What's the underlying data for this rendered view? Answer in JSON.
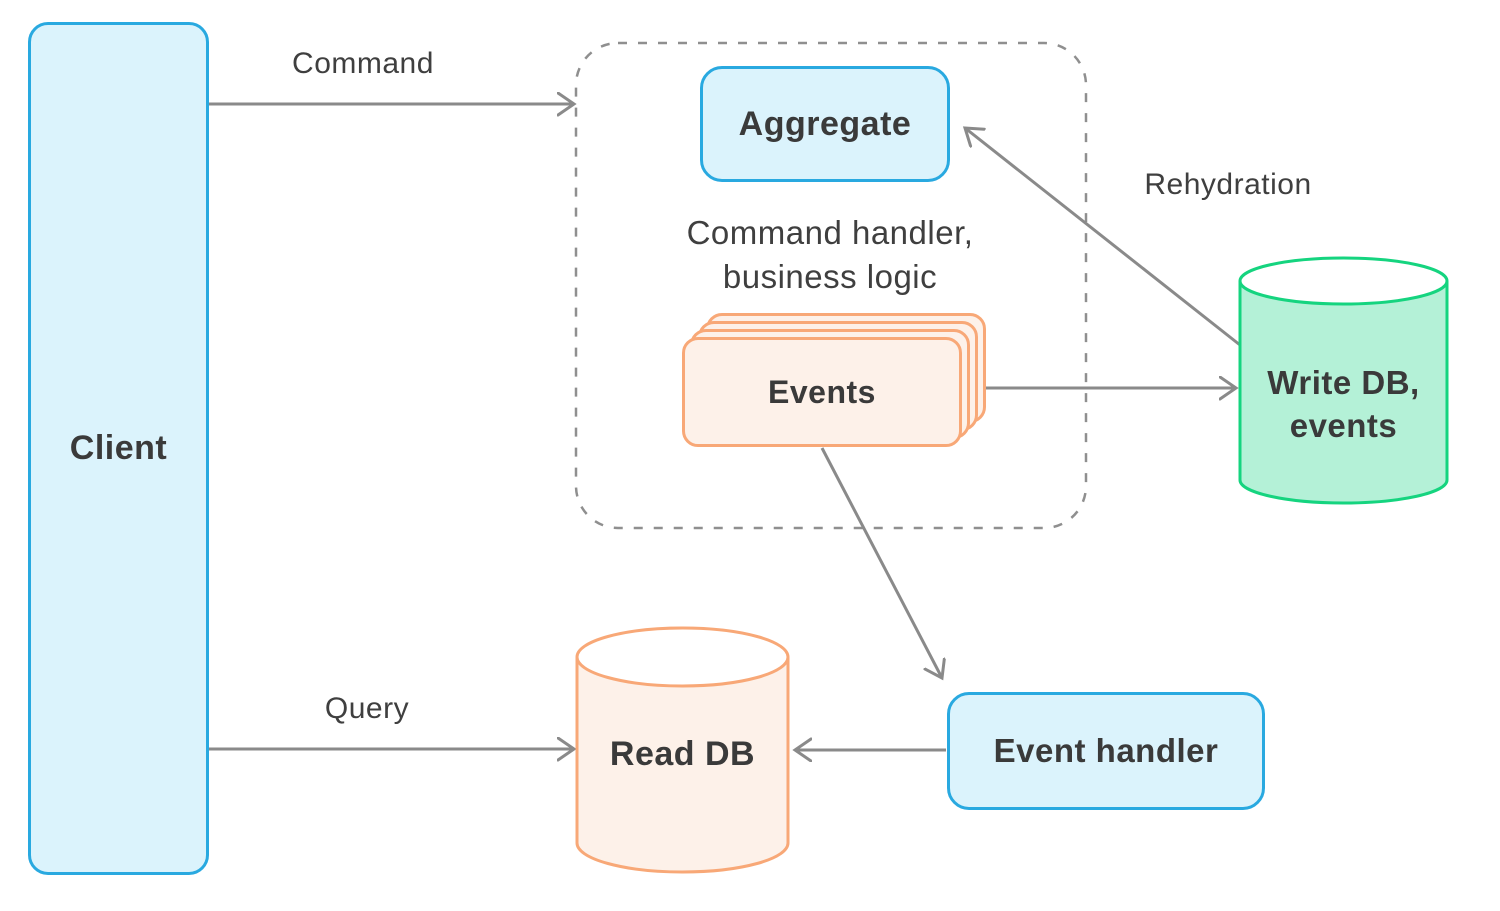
{
  "colors": {
    "blue_border": "#29a9e0",
    "blue_fill": "#dbf3fc",
    "orange_border": "#f8a877",
    "orange_fill": "#fdf1e9",
    "green_border": "#15d47f",
    "green_fill": "#b4f1d7",
    "arrow_gray": "#8a8a8a",
    "dash_gray": "#8f8f8f",
    "text_dark": "#3a3a3a"
  },
  "nodes": {
    "client": {
      "label": "Client"
    },
    "aggregate": {
      "label": "Aggregate"
    },
    "process_note": {
      "text": "Command handler,\nbusiness logic"
    },
    "events": {
      "label": "Events"
    },
    "write_db": {
      "label": "Write DB,\nevents"
    },
    "event_handler": {
      "label": "Event handler"
    },
    "read_db": {
      "label": "Read DB"
    }
  },
  "edges": {
    "command": {
      "label": "Command"
    },
    "query": {
      "label": "Query"
    },
    "rehydration": {
      "label": "Rehydration"
    }
  }
}
